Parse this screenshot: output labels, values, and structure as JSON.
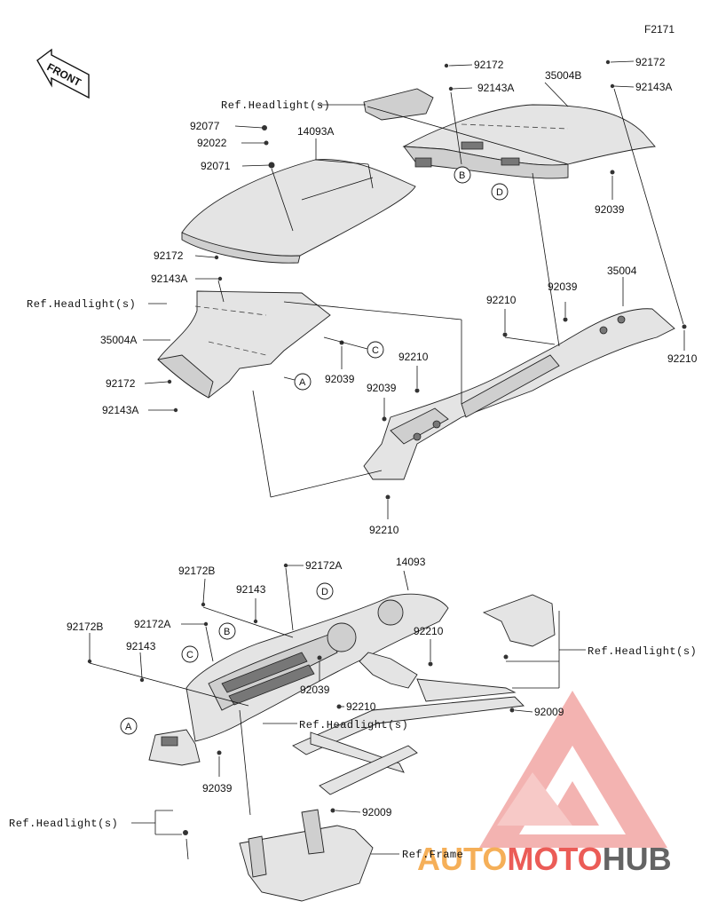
{
  "figure_code": "F2171",
  "front_label": "FRONT",
  "watermark": {
    "auto": "AUTO",
    "moto": "MOTO",
    "hub": "HUB",
    "color_red": "#e8403a",
    "color_orange": "#f4a23c",
    "color_dark": "#4a4a4a"
  },
  "callouts": {
    "A": "A",
    "B": "B",
    "C": "C",
    "D": "D"
  },
  "labels": {
    "92172_tr": "92172",
    "35004B": "35004B",
    "92172_tl": "92172",
    "92143A_tr": "92143A",
    "92143A_tl": "92143A",
    "ref_headlight_top": "Ref.Headlight(s)",
    "92077": "92077",
    "14093A": "14093A",
    "92022": "92022",
    "92071": "92071",
    "92039_tr": "92039",
    "92172_ml": "92172",
    "92143A_ml": "92143A",
    "35004": "35004",
    "92039_mr": "92039",
    "ref_headlight_left": "Ref.Headlight(s)",
    "92210_m": "92210",
    "35004A": "35004A",
    "92210_r": "92210",
    "92039_c": "92039",
    "92210_c": "92210",
    "92172_bl": "92172",
    "92039_cm": "92039",
    "92143A_bl": "92143A",
    "92210_bottom_top": "92210",
    "92172B_1": "92172B",
    "92172A_1": "92172A",
    "14093": "14093",
    "92143_1": "92143",
    "92172A_2": "92172A",
    "92172B_2": "92172B",
    "92143_2": "92143",
    "92210_lower": "92210",
    "ref_headlight_right": "Ref.Headlight(s)",
    "92039_lower": "92039",
    "92210_lower2": "92210",
    "92009_1": "92009",
    "ref_headlight_mid": "Ref.Headlight(s)",
    "92039_bottom": "92039",
    "92009_2": "92009",
    "ref_headlight_bl": "Ref.Headlight(s)",
    "ref_frame": "Ref.Frame"
  }
}
